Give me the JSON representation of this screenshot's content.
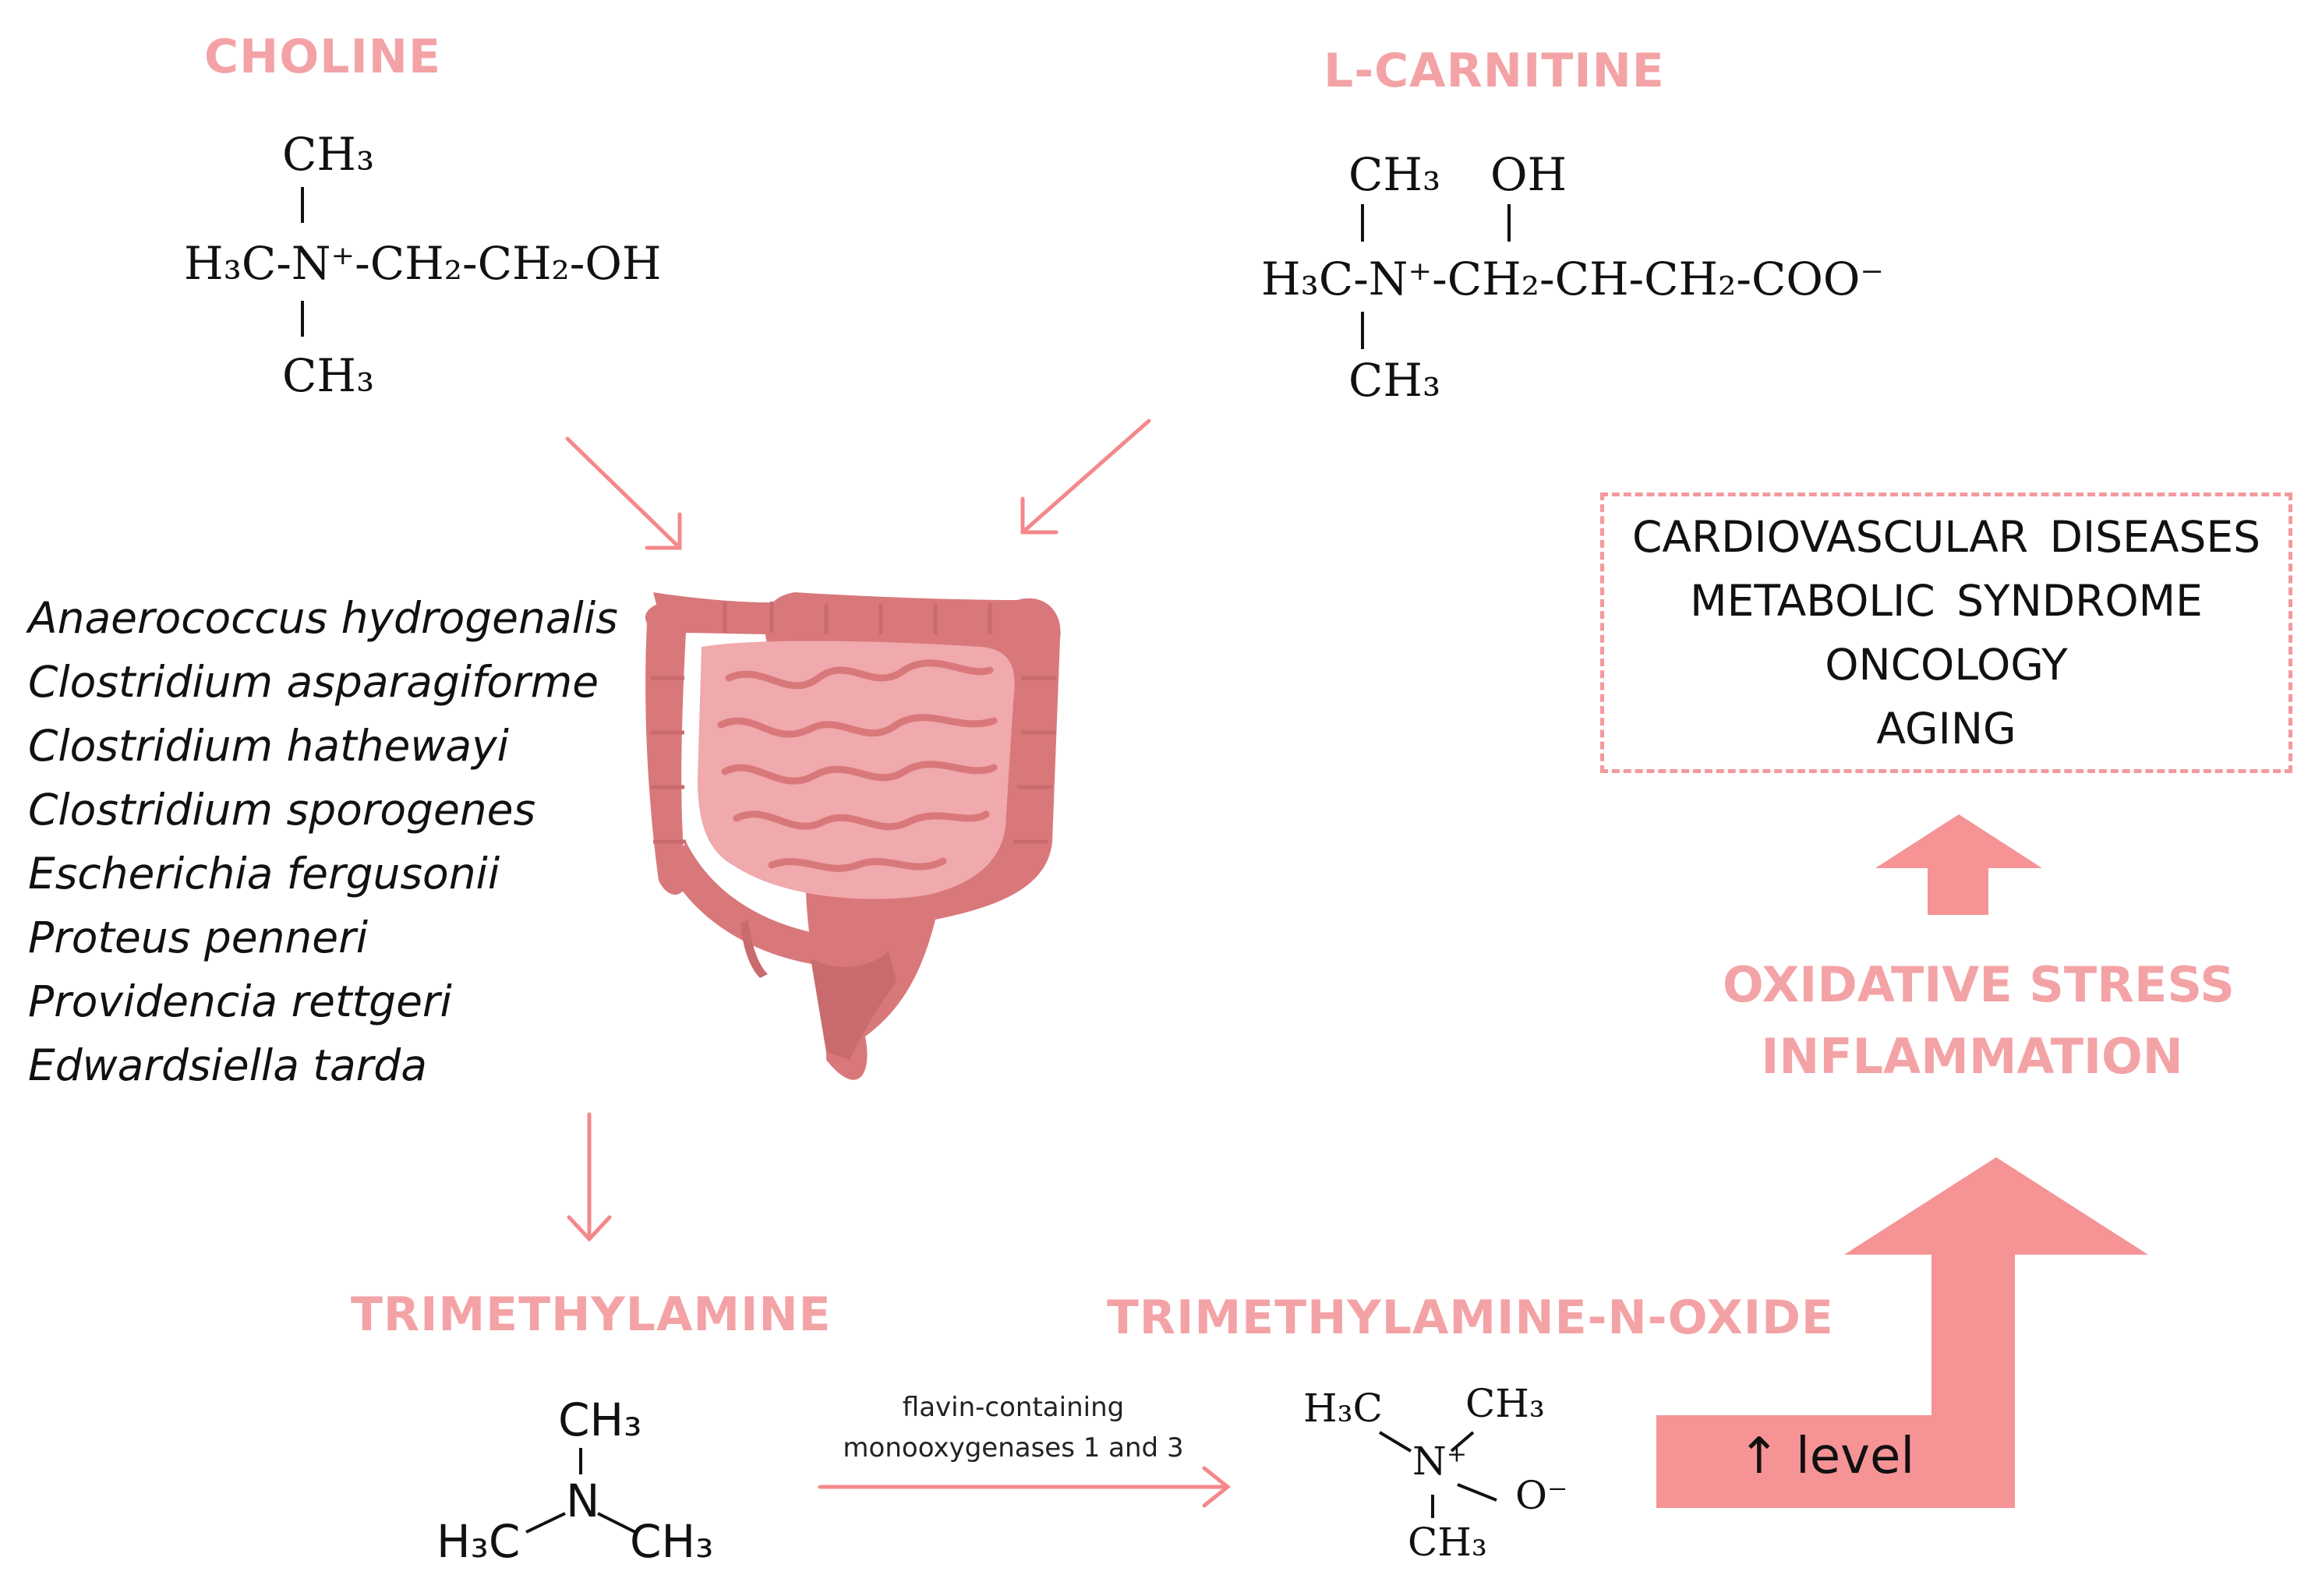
{
  "sources": {
    "choline": {
      "title": "CHOLINE",
      "ch3_top": "CH₃",
      "main_chain": "H₃C-N⁺-CH₂-CH₂-OH",
      "ch3_bottom": "CH₃"
    },
    "carnitine": {
      "title": "L-CARNITINE",
      "ch3_top": "CH₃",
      "oh_top": "OH",
      "main_chain": "H₃C-N⁺-CH₂-CH-CH₂-COO⁻",
      "ch3_bottom": "CH₃"
    }
  },
  "bacteria": [
    "Anaerococcus hydrogenalis",
    "Clostridium asparagiforme",
    "Clostridium hathewayi",
    "Clostridium sporogenes",
    "Escherichia fergusonii",
    "Proteus penneri",
    "Providencia rettgeri",
    "Edwardsiella tarda"
  ],
  "tma": {
    "title": "TRIMETHYLAMINE",
    "ch3": "CH₃",
    "n": "N",
    "h3c": "H₃C",
    "ch3_right": "CH₃"
  },
  "enzyme": {
    "line1": "flavin-containing",
    "line2": "monooxygenases 1 and 3"
  },
  "tmao": {
    "title": "TRIMETHYLAMINE-N-OXIDE",
    "h3c": "H₃C",
    "ch3_top": "CH₃",
    "n": "N⁺",
    "o": "O⁻",
    "ch3_bottom": "CH₃"
  },
  "level_label": "↑ level",
  "stress": [
    "OXIDATIVE STRESS",
    "INFLAMMATION"
  ],
  "diseases": [
    "CARDIOVASCULAR DISEASES",
    "METABOLIC SYNDROME",
    "ONCOLOGY",
    "AGING"
  ],
  "colors": {
    "accent": "#f3a3a6",
    "arrow": "#f4888b",
    "gut_outer": "#d9787a",
    "gut_inner": "#f0a9ad"
  }
}
